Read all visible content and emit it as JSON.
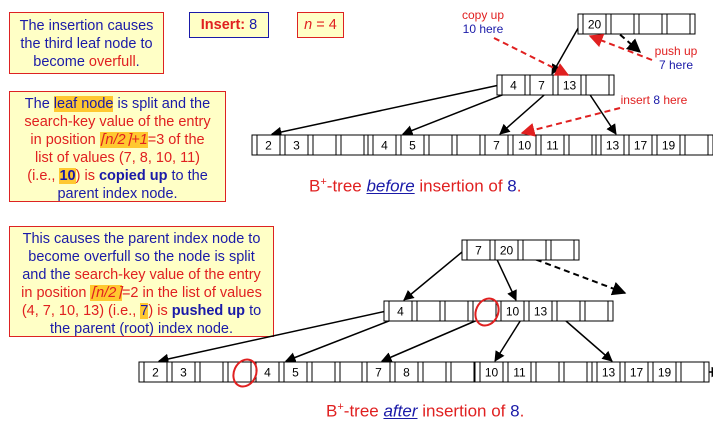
{
  "text_boxes": {
    "overfull": {
      "line1": "The insertion causes",
      "line2": "the third leaf node to",
      "line3_pre": "become ",
      "line3_hl": "overfull",
      "line3_post": "."
    },
    "insert": {
      "label": "Insert:",
      "value": "8"
    },
    "n": {
      "label": "n",
      "eq": " = 4"
    },
    "split": {
      "p1": "The ",
      "p1_hl": "leaf node",
      "p1_post": " is split and the",
      "p2": "search-key value of the entry",
      "p3_pre": "in position ",
      "p3_hl": "⌈n/2⌉+1",
      "p3_post": "=3 of the",
      "p4": "list of values (7, 8, 10, 11)",
      "p5_pre": "(i.e., ",
      "p5_hl": "10",
      "p5_mid": ") is ",
      "p5_bold": "copied up",
      "p5_post": " to the",
      "p6": "parent index node."
    },
    "parent": {
      "p1": "This causes the parent index node to",
      "p2": "become overfull so the node is split",
      "p3_pre": "and the ",
      "p3_red": "search-key value of the entry",
      "p4_pre": "in position ",
      "p4_hl": "⌈n/2⌉",
      "p4_post": "=2 in the list of values",
      "p5_pre": "(4, 7, 10, 13) (i.e., ",
      "p5_hl": "7",
      "p5_mid": ") is ",
      "p5_bold": "pushed up",
      "p5_post": " to",
      "p6": "the parent (root) index node."
    }
  },
  "annotations": {
    "copy_up": {
      "l1": "copy up",
      "l2": "10 here"
    },
    "push_up": {
      "l1": "push up",
      "l2": "7 here"
    },
    "insert_here": {
      "pre": "insert ",
      "val": "8",
      "post": " here"
    }
  },
  "captions": {
    "before": {
      "pre": "B",
      "sup": "+",
      "mid": "-tree ",
      "em": "before",
      "post": " insertion of ",
      "val": "8",
      "end": "."
    },
    "after": {
      "pre": "B",
      "sup": "+",
      "mid": "-tree ",
      "em": "after",
      "post": " insertion of ",
      "val": "8",
      "end": "."
    }
  },
  "tree_before": {
    "root": [
      "20"
    ],
    "inner": [
      "4",
      "7",
      "13"
    ],
    "leaves": [
      [
        "2",
        "3"
      ],
      [
        "4",
        "5"
      ],
      [
        "7",
        "10",
        "11"
      ],
      [
        "13",
        "17",
        "19"
      ]
    ]
  },
  "tree_after": {
    "root": [
      "7",
      "20"
    ],
    "inner_left": [
      "4"
    ],
    "inner_right": [
      "10",
      "13"
    ],
    "leaves": [
      [
        "2",
        "3"
      ],
      [
        "4",
        "5"
      ],
      [
        "7",
        "8"
      ],
      [
        "10",
        "11"
      ],
      [
        "13",
        "17",
        "19"
      ]
    ]
  },
  "colors": {
    "highlight": "#ffc830",
    "box_fill": "#ffffc6",
    "accent_red": "#e02020",
    "accent_blue": "#1a1aa8"
  }
}
